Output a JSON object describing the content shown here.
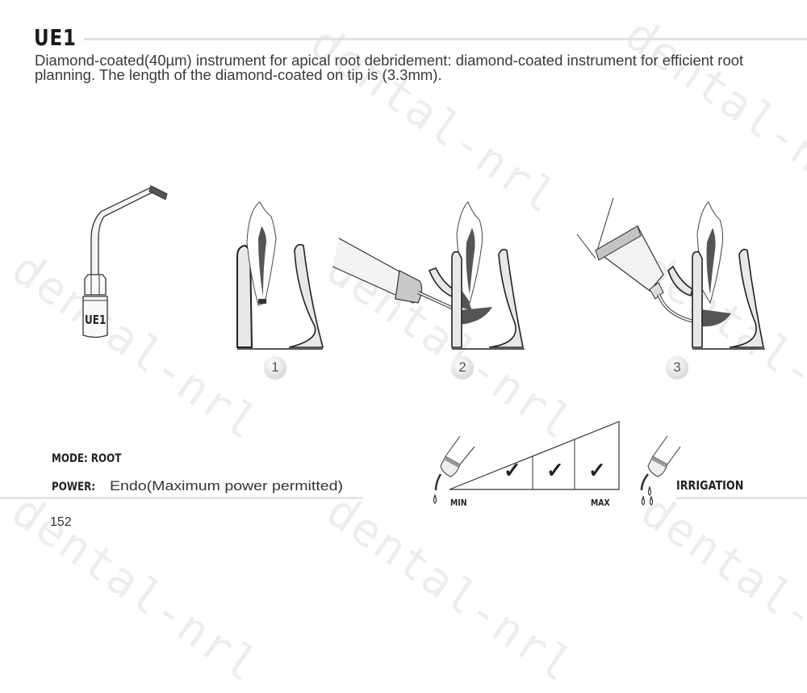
{
  "header": {
    "title": "UE1",
    "description": "Diamond-coated(40µm) instrument for apical root debridement: diamond-coated instrument for efficient root planning. The length of the diamond-coated on tip is (3.3mm)."
  },
  "instrument": {
    "tip_label": "UE1"
  },
  "steps": [
    {
      "number": "1"
    },
    {
      "number": "2"
    },
    {
      "number": "3"
    }
  ],
  "settings": {
    "mode_label": "MODE: ROOT",
    "power_label": "POWER:",
    "power_value": "Endo(Maximum power permitted)",
    "irrigation_label": "IRRIGATION",
    "power_scale": {
      "min_label": "MIN",
      "max_label": "MAX",
      "checked_levels": 3,
      "check_glyph": "✓"
    }
  },
  "footer": {
    "page_number": "152"
  },
  "watermark": {
    "text": "dental-nrl"
  }
}
